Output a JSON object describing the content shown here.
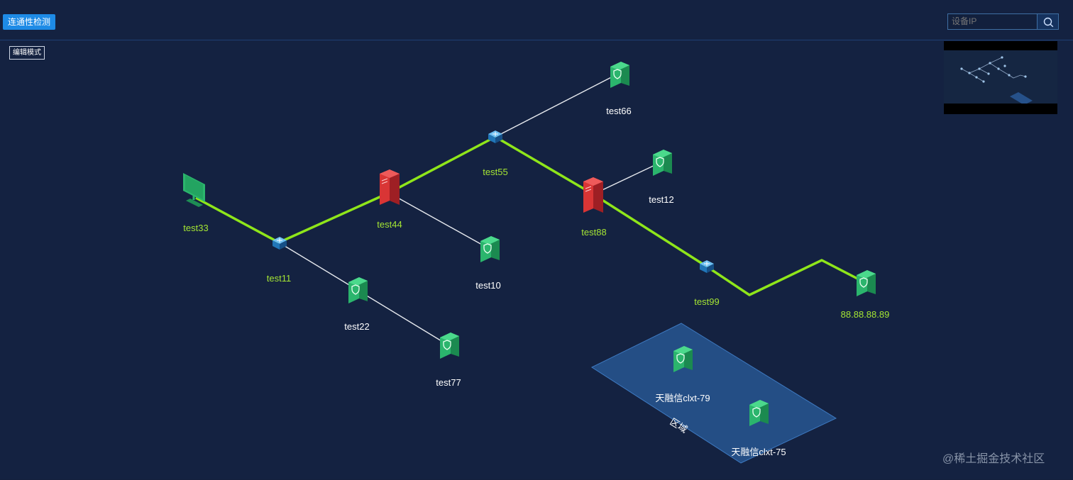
{
  "toolbar": {
    "connectivity_check_label": "连通性检测",
    "search_placeholder": "设备IP"
  },
  "canvas": {
    "edit_mode_label": "编辑模式",
    "region_label": "区域",
    "watermark": "@稀土掘金技术社区"
  },
  "nodes": {
    "test33": {
      "label": "test33",
      "type": "pc"
    },
    "test11": {
      "label": "test11",
      "type": "switch"
    },
    "test44": {
      "label": "test44",
      "type": "server"
    },
    "test55": {
      "label": "test55",
      "type": "switch"
    },
    "test66": {
      "label": "test66",
      "type": "firewall"
    },
    "test88": {
      "label": "test88",
      "type": "server"
    },
    "test12": {
      "label": "test12",
      "type": "firewall"
    },
    "test99": {
      "label": "test99",
      "type": "switch"
    },
    "test10": {
      "label": "test10",
      "type": "firewall"
    },
    "test22": {
      "label": "test22",
      "type": "firewall"
    },
    "test77": {
      "label": "test77",
      "type": "firewall"
    },
    "ip_88": {
      "label": "88.88.88.89",
      "type": "firewall"
    },
    "clxt79": {
      "label": "天融信clxt-79",
      "type": "firewall"
    },
    "clxt75": {
      "label": "天融信clxt-75",
      "type": "firewall"
    }
  },
  "colors": {
    "background": "#142241",
    "active_link": "#8fe61a",
    "idle_link": "#e6e9ee",
    "active_label": "#a5e633",
    "region_fill": "#2a5d9c",
    "button": "#1e8be6"
  }
}
